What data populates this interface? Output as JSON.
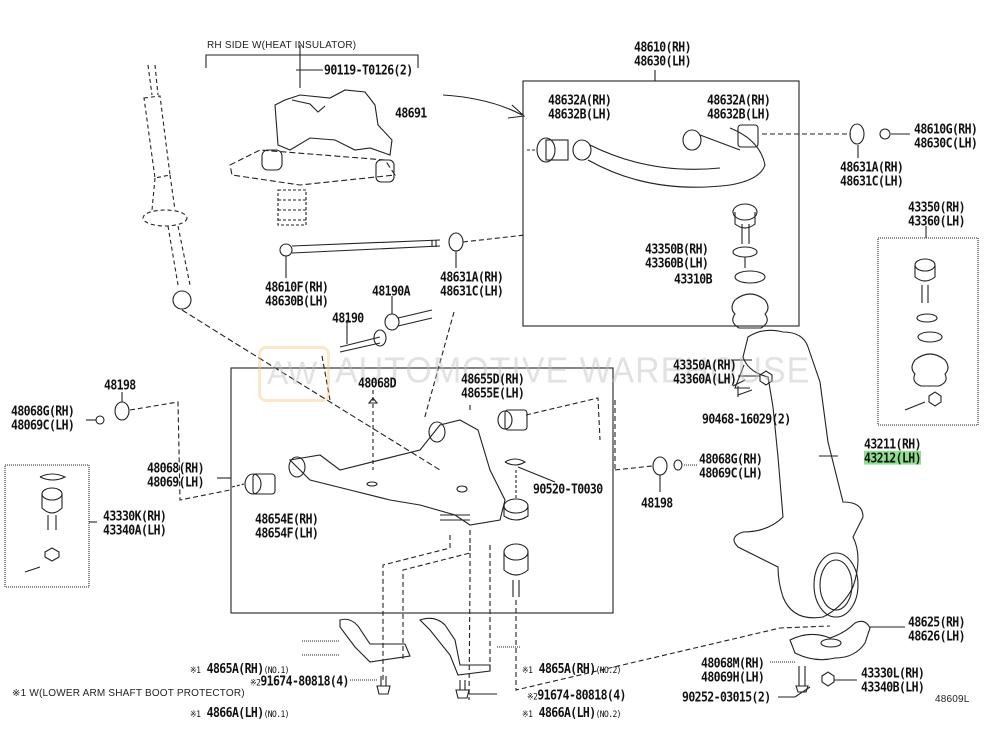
{
  "diagram": {
    "figure_id": "48609L",
    "highlight_color": "#8ee08e",
    "watermark": {
      "logo": "AW",
      "text": "AUTOMOTIVE WAREHOUSE"
    },
    "notes": {
      "rh_side": "RH SIDE W(HEAT INSULATOR)",
      "footnote": "※1 W(LOWER ARM SHAFT BOOT PROTECTOR)"
    },
    "callouts": {
      "bolt_90119": [
        "90119-T0126(2)"
      ],
      "insulator_48691": [
        "48691"
      ],
      "upper_arm": [
        "48610(RH)",
        "48630(LH)"
      ],
      "bushing_left": [
        "48632A(RH)",
        "48632B(LH)"
      ],
      "bushing_right": [
        "48632A(RH)",
        "48632B(LH)"
      ],
      "nut_48610g": [
        "48610G(RH)",
        "48630C(LH)"
      ],
      "washer_48631_right": [
        "48631A(RH)",
        "48631C(LH)"
      ],
      "snap_ring_43350b": [
        "43350B(RH)",
        "43360B(LH)"
      ],
      "boot_43310b": [
        "43310B"
      ],
      "upper_ball_joint": [
        "43350(RH)",
        "43360(LH)"
      ],
      "bolt_48610f": [
        "48610F(RH)",
        "48630B(LH)"
      ],
      "washer_48631_center": [
        "48631A(RH)",
        "48631C(LH)"
      ],
      "cam_48190a": [
        "48190A"
      ],
      "bolt_48190": [
        "48190"
      ],
      "bumper_48068d": [
        "48068D"
      ],
      "bushing_48655": [
        "48655D(RH)",
        "48655E(LH)"
      ],
      "nut_43350a": [
        "43350A(RH)",
        "43360A(LH)"
      ],
      "pin_90468": [
        "90468-16029(2)"
      ],
      "cam_48198_left": [
        "48198"
      ],
      "nut_48068g_left": [
        "48068G(RH)",
        "48069C(LH)"
      ],
      "lower_arm": [
        "48068(RH)",
        "48069(LH)"
      ],
      "lower_ball_joint": [
        "43330K(RH)",
        "43340A(LH)"
      ],
      "bushing_48654": [
        "48654E(RH)",
        "48654F(LH)"
      ],
      "snap_ring_90520": [
        "90520-T0030"
      ],
      "nut_48068g_right": [
        "48068G(RH)",
        "48069C(LH)"
      ],
      "cam_48198_right": [
        "48198"
      ],
      "knuckle": [
        "43211(RH)",
        "43212(LH)"
      ],
      "steering_arm": [
        "48625(RH)",
        "48626(LH)"
      ],
      "bolt_48068m": [
        "48068M(RH)",
        "48069H(LH)"
      ],
      "nut_43330l": [
        "43330L(RH)",
        "43340B(LH)"
      ],
      "pin_90252": [
        "90252-03015(2)"
      ]
    },
    "protector_no1": {
      "mark": "※1",
      "lines": [
        "4865A(RH)",
        "4866A(LH)"
      ],
      "suffix": "(NO.1)"
    },
    "protector_no2": {
      "mark": "※1",
      "lines": [
        "4865A(RH)",
        "4866A(LH)"
      ],
      "suffix": "(NO.2)"
    },
    "bolt_91674_left": {
      "mark": "※2",
      "text": "91674-80818(4)"
    },
    "bolt_91674_right": {
      "mark": "※2",
      "text": "91674-80818(4)"
    },
    "highlighted_part": "43212(LH)"
  }
}
